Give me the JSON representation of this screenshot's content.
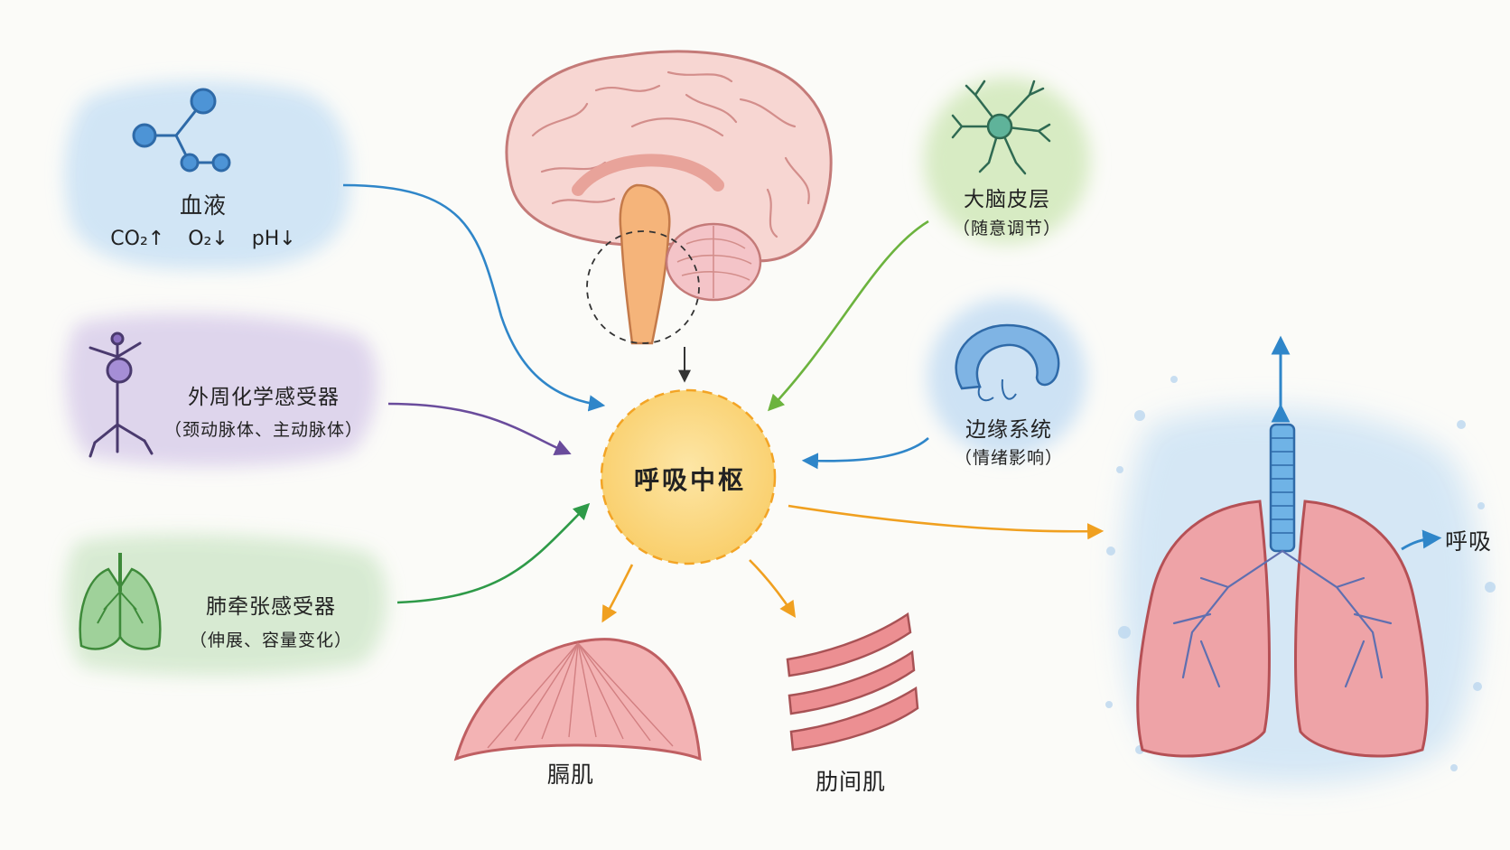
{
  "center": {
    "label": "呼吸中枢"
  },
  "inputs": {
    "blood": {
      "title": "血液",
      "co2": "CO₂↑",
      "o2": "O₂↓",
      "ph": "pH↓"
    },
    "peripheral_chemoreceptor": {
      "title": "外周化学感受器",
      "subtitle": "（颈动脉体、主动脉体）"
    },
    "lung_stretch_receptor": {
      "title": "肺牵张感受器",
      "subtitle": "（伸展、容量变化）"
    },
    "cerebral_cortex": {
      "title": "大脑皮层",
      "subtitle": "（随意调节）"
    },
    "limbic_system": {
      "title": "边缘系统",
      "subtitle": "（情绪影响）"
    }
  },
  "outputs": {
    "diaphragm": {
      "label": "膈肌"
    },
    "intercostal": {
      "label": "肋间肌"
    },
    "lungs": {
      "label": "呼吸"
    }
  },
  "colors": {
    "blood": "#2f86c9",
    "peripheral": "#6a4c9c",
    "stretch": "#2e9a48",
    "cortex": "#6cb33e",
    "limbic": "#2f86c9",
    "center_fill": "#fbd87c",
    "center_border": "#f3a425",
    "output": "#f0a020",
    "muscle": "#e8888a"
  }
}
